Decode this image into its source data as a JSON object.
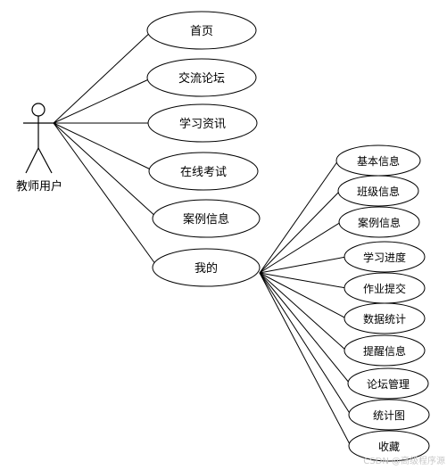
{
  "actor": {
    "label": "教师用户"
  },
  "use_cases": [
    {
      "id": "home",
      "label": "首页"
    },
    {
      "id": "forum",
      "label": "交流论坛"
    },
    {
      "id": "news",
      "label": "学习资讯"
    },
    {
      "id": "exam",
      "label": "在线考试"
    },
    {
      "id": "cases",
      "label": "案例信息"
    },
    {
      "id": "mine",
      "label": "我的"
    }
  ],
  "mine_children": [
    {
      "id": "basic-info",
      "label": "基本信息"
    },
    {
      "id": "class-info",
      "label": "班级信息"
    },
    {
      "id": "case-info",
      "label": "案例信息"
    },
    {
      "id": "progress",
      "label": "学习进度"
    },
    {
      "id": "homework",
      "label": "作业提交"
    },
    {
      "id": "stats",
      "label": "数据统计"
    },
    {
      "id": "reminders",
      "label": "提醒信息"
    },
    {
      "id": "forum-admin",
      "label": "论坛管理"
    },
    {
      "id": "chart",
      "label": "统计图"
    },
    {
      "id": "favorites",
      "label": "收藏"
    }
  ],
  "watermark": "CSDN @高级程序源"
}
